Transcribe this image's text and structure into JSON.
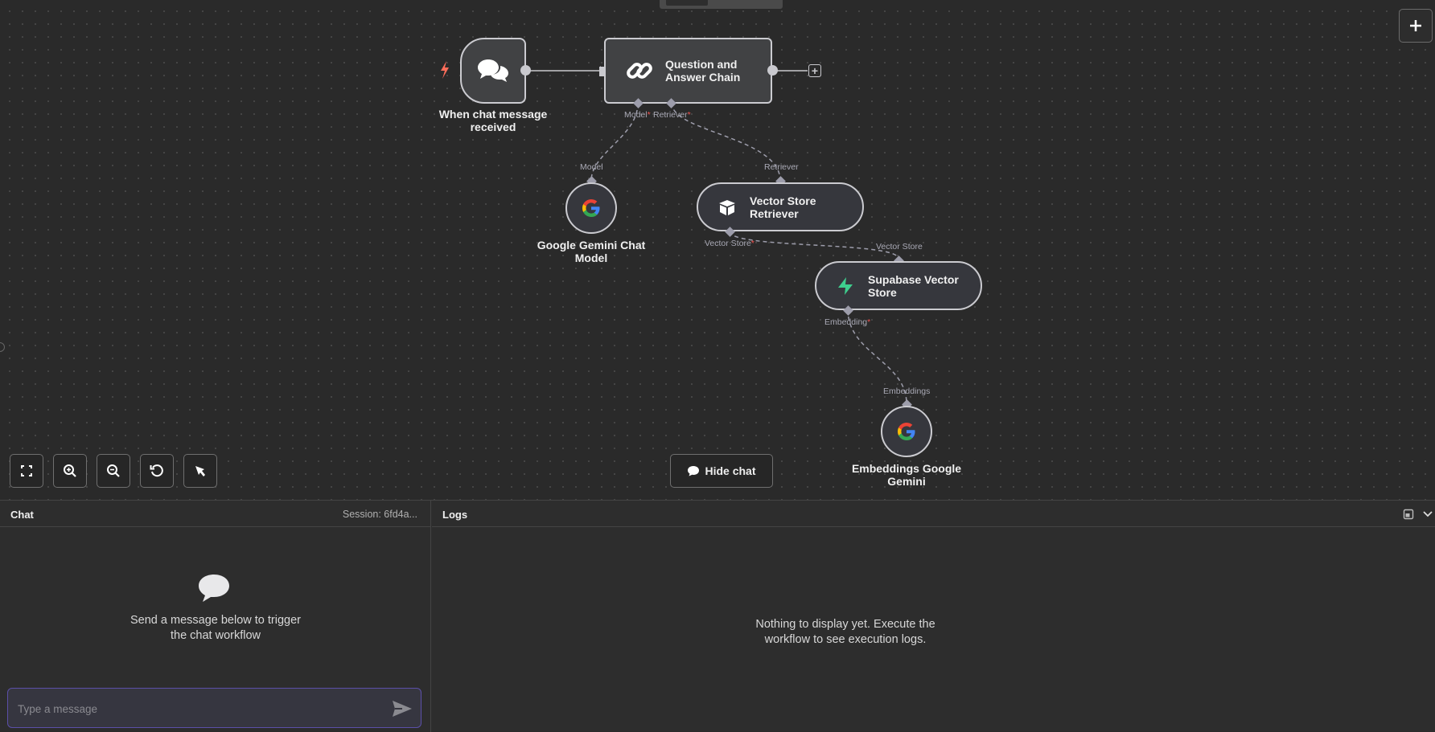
{
  "workflow": {
    "nodes": {
      "chat_trigger": {
        "label_line1": "When chat message",
        "label_line2": "received",
        "icon": "chat-bubbles-icon"
      },
      "qa_chain": {
        "label_line1": "Question and",
        "label_line2": "Answer Chain",
        "icon": "link-icon",
        "port_model": "Model",
        "port_retriever": "Retriever",
        "required_mark": "*"
      },
      "gemini_chat": {
        "label_line1": "Google Gemini Chat",
        "label_line2": "Model",
        "icon": "google-g-icon",
        "port": "Model"
      },
      "vector_retriever": {
        "label_line1": "Vector Store",
        "label_line2": "Retriever",
        "icon": "box-icon",
        "port_in": "Retriever",
        "port_out": "Vector Store",
        "required_mark": "*"
      },
      "supabase": {
        "label_line1": "Supabase Vector",
        "label_line2": "Store",
        "icon": "supabase-bolt-icon",
        "port_in": "Vector Store",
        "port_out": "Embedding",
        "required_mark": "*"
      },
      "embeddings": {
        "label_line1": "Embeddings Google",
        "label_line2": "Gemini",
        "icon": "google-g-icon",
        "port": "Embeddings"
      }
    },
    "hide_chat_label": "Hide chat"
  },
  "chat_panel": {
    "title": "Chat",
    "session": "Session: 6fd4a...",
    "empty_line1": "Send a message below to trigger",
    "empty_line2": "the chat workflow",
    "input_placeholder": "Type a message"
  },
  "logs_panel": {
    "title": "Logs",
    "empty_line1": "Nothing to display yet. Execute the",
    "empty_line2": "workflow to see execution logs."
  },
  "colors": {
    "trigger_bolt": "#ff6d5a",
    "required": "#ef5350",
    "supabase": "#3ecf8e",
    "input_border": "#5b4fa8"
  }
}
